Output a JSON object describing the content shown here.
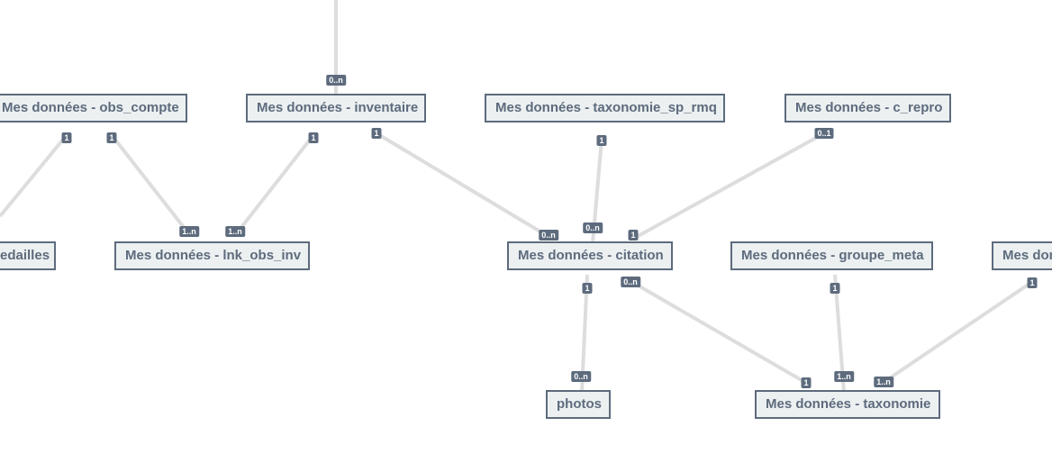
{
  "diagram": {
    "tables": {
      "obs_compte": "Mes données - obs_compte",
      "inventaire": "Mes données - inventaire",
      "taxonomie_sp_rmq": "Mes données - taxonomie_sp_rmq",
      "c_repro": "Mes données - c_repro",
      "medailles": "edailles",
      "lnk_obs_inv": "Mes données - lnk_obs_inv",
      "citation": "Mes données - citation",
      "groupe_meta": "Mes données - groupe_meta",
      "right_partial": "Mes don",
      "photos": "photos",
      "taxonomie": "Mes données - taxonomie"
    },
    "cardinalities": {
      "inventaire_top": "0..n",
      "obs_compte_a": "1",
      "obs_compte_b": "1",
      "inventaire_a": "1",
      "inventaire_b": "1",
      "lnk_a": "1..n",
      "lnk_b": "1..n",
      "taxsp": "1",
      "crepro": "0..1",
      "citation_a": "0..n",
      "citation_b": "0..n",
      "citation_c": "1",
      "citation_down": "1",
      "citation_right": "0..n",
      "groupe_meta": "1",
      "right_partial": "1",
      "photos": "0..n",
      "taxonomie_a": "1",
      "taxonomie_b": "1..n",
      "taxonomie_c": "1..n"
    }
  }
}
